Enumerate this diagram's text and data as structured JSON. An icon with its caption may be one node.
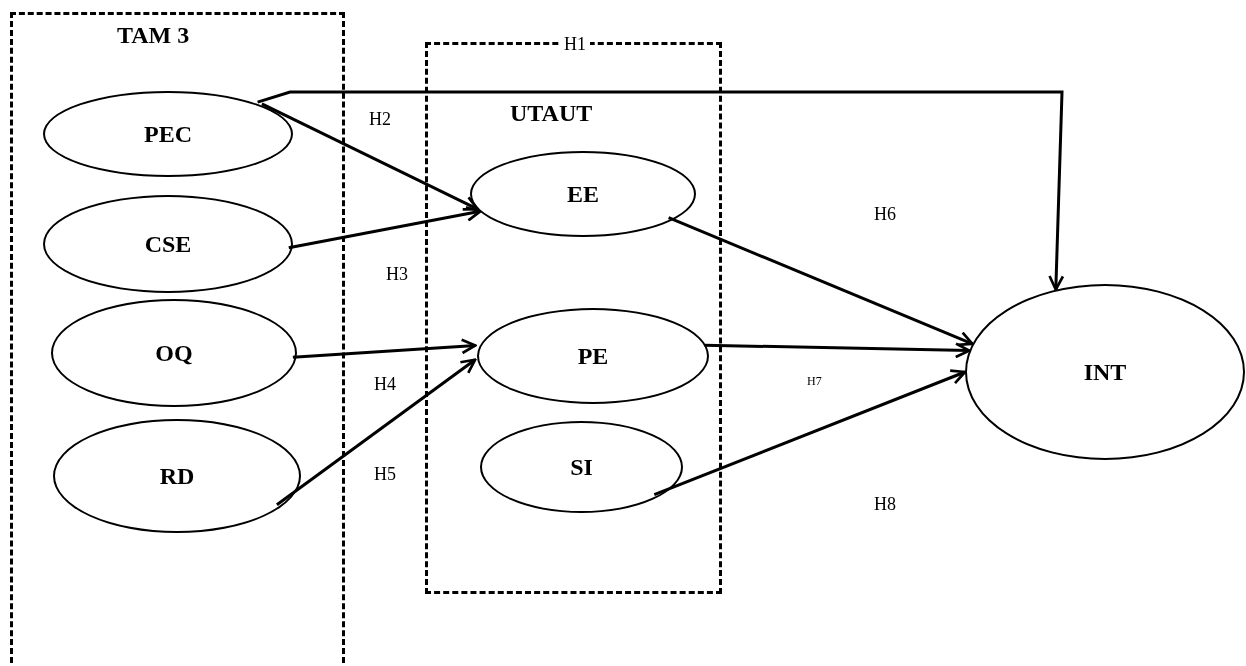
{
  "diagram": {
    "nodes": [
      {
        "text": [
          "TAM 3"
        ]
      },
      {
        "text": [
          "PEC"
        ],
        "in": 0
      },
      {
        "text": [
          "CSE"
        ],
        "in": 0
      },
      {
        "text": [
          "OQ"
        ],
        "in": 0
      },
      {
        "text": [
          "RD"
        ],
        "in": 0
      },
      {
        "text": [
          "UTAUT"
        ]
      },
      {
        "text": [
          "EE"
        ],
        "in": 5
      },
      {
        "text": [
          "PE"
        ],
        "in": 5
      },
      {
        "text": [
          "SI"
        ],
        "in": 5
      },
      {
        "text": [
          "INT"
        ]
      }
    ],
    "edges": [
      {
        "from": 1,
        "to": 9,
        "arrow": "to",
        "label": "H1"
      },
      {
        "from": 1,
        "to": 6,
        "arrow": "to",
        "label": "H2"
      },
      {
        "from": 2,
        "to": 6,
        "arrow": "to",
        "label": "H3"
      },
      {
        "from": 3,
        "to": 7,
        "arrow": "to",
        "label": "H4"
      },
      {
        "from": 4,
        "to": 7,
        "arrow": "to",
        "label": "H5"
      },
      {
        "from": 6,
        "to": 9,
        "arrow": "to",
        "label": "H6"
      },
      {
        "from": 7,
        "to": 9,
        "arrow": "to",
        "label": "H7"
      },
      {
        "from": 8,
        "to": 9,
        "arrow": "to",
        "label": "H8"
      }
    ]
  }
}
